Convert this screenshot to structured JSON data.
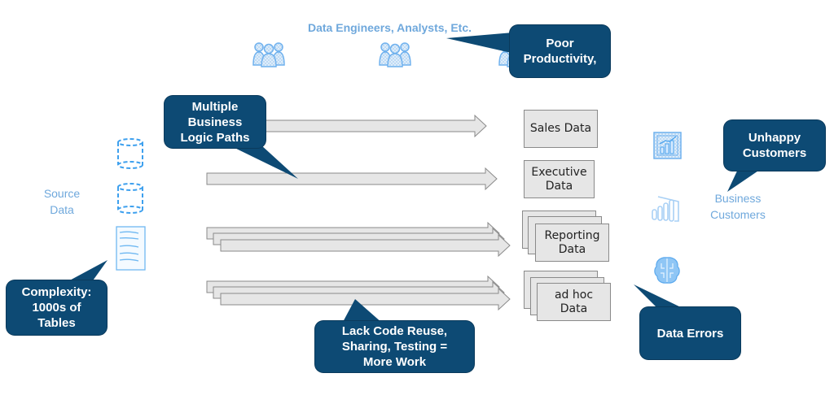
{
  "header": {
    "team_label": "Data Engineers, Analysts, Etc."
  },
  "source": {
    "label": "Source\nData",
    "icons": [
      "database-icon",
      "database-icon",
      "table-document-icon"
    ]
  },
  "targets": {
    "sales": "Sales Data",
    "executive": "Executive\nData",
    "reporting": "Reporting\nData",
    "adhoc": "ad hoc\nData"
  },
  "consumers": {
    "label": "Business\nCustomers",
    "icons": [
      "bar-chart-dashboard-icon",
      "power-bi-icon",
      "ai-brain-icon"
    ]
  },
  "callouts": {
    "productivity": "Poor\nProductivity,",
    "logic_paths": "Multiple\nBusiness\nLogic Paths",
    "complexity": "Complexity:\n1000s of\nTables",
    "code_reuse": "Lack Code Reuse,\nSharing, Testing =\nMore Work",
    "unhappy": "Unhappy\nCustomers",
    "errors": "Data Errors"
  },
  "colors": {
    "callout_bg": "#0d4a74",
    "accent_blue": "#6fa8dc",
    "arrow_fill": "#e6e6e6",
    "arrow_stroke": "#8a8a8a"
  }
}
